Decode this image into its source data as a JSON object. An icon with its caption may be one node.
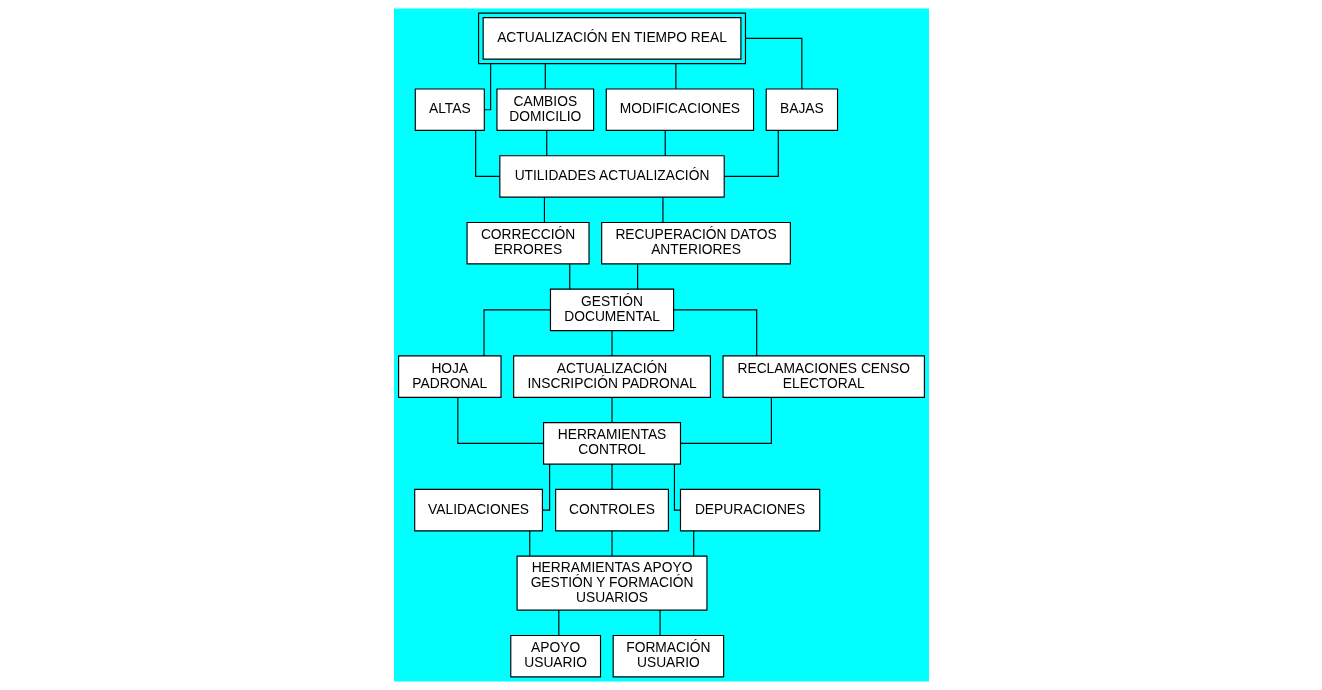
{
  "diagram": {
    "nodes": [
      {
        "text": [
          "ACTUALIZACIÓN EN TIEMPO REAL"
        ]
      },
      {
        "text": [
          "ALTAS"
        ]
      },
      {
        "text": [
          "CAMBIOS DOMICILIO"
        ]
      },
      {
        "text": [
          "MODIFICACIONES"
        ]
      },
      {
        "text": [
          "BAJAS"
        ]
      },
      {
        "text": [
          "UTILIDADES ACTUALIZACIÓN"
        ]
      },
      {
        "text": [
          "CORRECCIÓN ERRORES"
        ]
      },
      {
        "text": [
          "RECUPERACIÓN DATOS ANTERIORES"
        ]
      },
      {
        "text": [
          "GESTIÓN DOCUMENTAL"
        ]
      },
      {
        "text": [
          "HOJA PADRONAL"
        ]
      },
      {
        "text": [
          "ACTUALIZACIÓN INSCRIPCIÓN PADRONAL"
        ]
      },
      {
        "text": [
          "RECLAMACIONES CENSO ELECTORAL"
        ]
      },
      {
        "text": [
          "HERRAMIENTAS CONTROL"
        ]
      },
      {
        "text": [
          "VALIDACIONES"
        ]
      },
      {
        "text": [
          "CONTROLES"
        ]
      },
      {
        "text": [
          "DEPURACIONES"
        ]
      },
      {
        "text": [
          "HERRAMIENTAS APOYO GESTIÓN Y FORMACIÓN USUARIOS"
        ]
      },
      {
        "text": [
          "APOYO USUARIO"
        ]
      },
      {
        "text": [
          "FORMACIÓN USUARIO"
        ]
      }
    ],
    "edges": [
      {
        "from": 0,
        "to": 1,
        "arrow": "none"
      },
      {
        "from": 0,
        "to": 2,
        "arrow": "none"
      },
      {
        "from": 0,
        "to": 3,
        "arrow": "none"
      },
      {
        "from": 0,
        "to": 4,
        "arrow": "none"
      },
      {
        "from": 1,
        "to": 5,
        "arrow": "none"
      },
      {
        "from": 2,
        "to": 5,
        "arrow": "none"
      },
      {
        "from": 3,
        "to": 5,
        "arrow": "none"
      },
      {
        "from": 4,
        "to": 5,
        "arrow": "none"
      },
      {
        "from": 5,
        "to": 6,
        "arrow": "none"
      },
      {
        "from": 5,
        "to": 7,
        "arrow": "none"
      },
      {
        "from": 6,
        "to": 8,
        "arrow": "none"
      },
      {
        "from": 7,
        "to": 8,
        "arrow": "none"
      },
      {
        "from": 8,
        "to": 9,
        "arrow": "none"
      },
      {
        "from": 8,
        "to": 10,
        "arrow": "none"
      },
      {
        "from": 8,
        "to": 11,
        "arrow": "none"
      },
      {
        "from": 9,
        "to": 12,
        "arrow": "none"
      },
      {
        "from": 10,
        "to": 12,
        "arrow": "none"
      },
      {
        "from": 11,
        "to": 12,
        "arrow": "none"
      },
      {
        "from": 12,
        "to": 13,
        "arrow": "none"
      },
      {
        "from": 12,
        "to": 14,
        "arrow": "none"
      },
      {
        "from": 12,
        "to": 15,
        "arrow": "none"
      },
      {
        "from": 13,
        "to": 16,
        "arrow": "none"
      },
      {
        "from": 14,
        "to": 16,
        "arrow": "none"
      },
      {
        "from": 15,
        "to": 16,
        "arrow": "none"
      },
      {
        "from": 16,
        "to": 17,
        "arrow": "none"
      },
      {
        "from": 16,
        "to": 18,
        "arrow": "none"
      }
    ]
  }
}
